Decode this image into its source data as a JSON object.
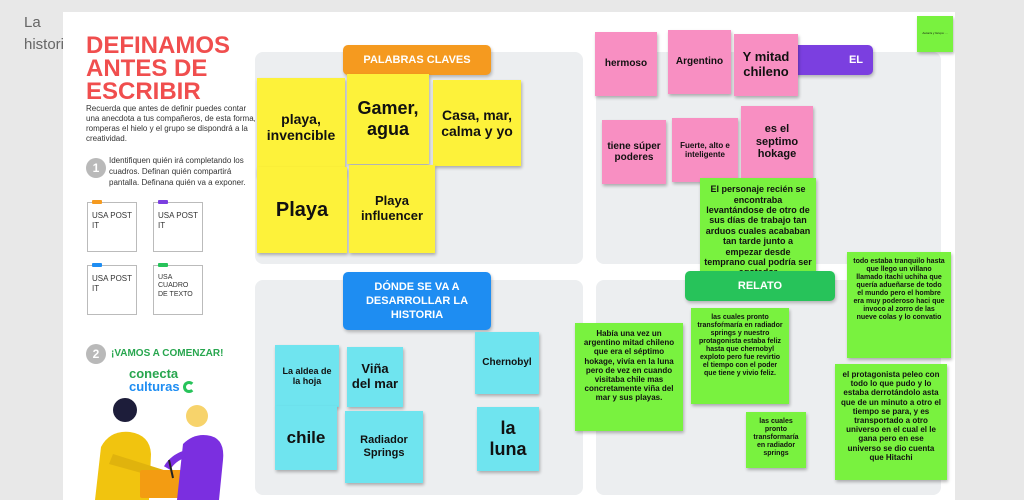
{
  "window": {
    "doc_title": "La historia..."
  },
  "left_panel": {
    "heading": "DEFINAMOS ANTES DE ESCRIBIR",
    "intro": "Recuerda que antes de definir puedes contar una anecdota a tus compañeros, de esta forma, romperas el hielo y el grupo se dispondrá a la creatividad.",
    "step1_num": "1",
    "step1_text": "Identifiquen quién irá completando los cuadros. Definan quién compartirá pantalla. Definana quién va a exponer.",
    "boxes": [
      "USA POST IT",
      "USA POST IT",
      "USA POST IT",
      "USA CUADRO DE TEXTO"
    ],
    "step2_num": "2",
    "step2_text": "¡VAMOS A COMENZAR!",
    "logo_line1": "conecta",
    "logo_line2": "culturas"
  },
  "headers": {
    "palabras": "PALABRAS CLAVES",
    "donde": "DÓNDE SE VA A DESARROLLAR LA HISTORIA",
    "relato": "RELATO",
    "personaje_tail": "EL"
  },
  "palabras_notes": [
    "playa, invencible",
    "Gamer, agua",
    "Casa, mar, calma y yo",
    "Playa",
    "Playa influencer"
  ],
  "personaje_notes": [
    "hermoso",
    "Argentino",
    "Y mitad chileno",
    "tiene súper poderes",
    "Fuerte, alto e inteligente",
    "es el septimo hokage"
  ],
  "personaje_text": "El personaje recién se encontraba levantándose de otro de sus días de trabajo tan arduos cuales acababan tan tarde junto a empezar desde temprano cual podría ser agotador",
  "donde_notes": [
    "La aldea de la hoja",
    "Viña del mar",
    "Chernobyl",
    "chile",
    "Radiador Springs",
    "la luna"
  ],
  "relato_notes": [
    "Había una vez un argentino mitad chileno que era el séptimo hokage, vivía en la luna pero de vez en cuando visitaba chile mas concretamente viña del mar y sus playas.",
    "las cuales pronto transfoŕmaría en radiador springs y nuestro protagonista estaba feliz hasta que chernobyl exploto pero fue revirtio el tiempo con el poder que tiene y vivio feliz.",
    "las cuales pronto transformaría en radiador springs",
    "todo estaba tranquilo hasta que llego un villano llamado itachi uchiha que quería adueñarse de todo el mundo pero el hombre era muy poderoso haci que invoco al zorro de las nueve colas y lo convatio",
    "el protagonista peleo con todo lo que pudo y lo estaba derrotándolo asta que de un minuto a otro el tiempo se para, y es transportado a otro universo en el cual el le gana pero en ese universo se dio cuenta que Hitachi"
  ],
  "corner_note": "Autor/a y Grupo: ...",
  "colors": {
    "heading_red": "#f04e4e",
    "orange": "#f59a1f",
    "blue": "#1e8df2",
    "purple": "#7b3fe0",
    "green_header": "#27c35a",
    "yellow_note": "#fdf23a",
    "cyan_note": "#6fe4ef",
    "pink_note": "#f88fc2",
    "green_note": "#79f23f"
  }
}
